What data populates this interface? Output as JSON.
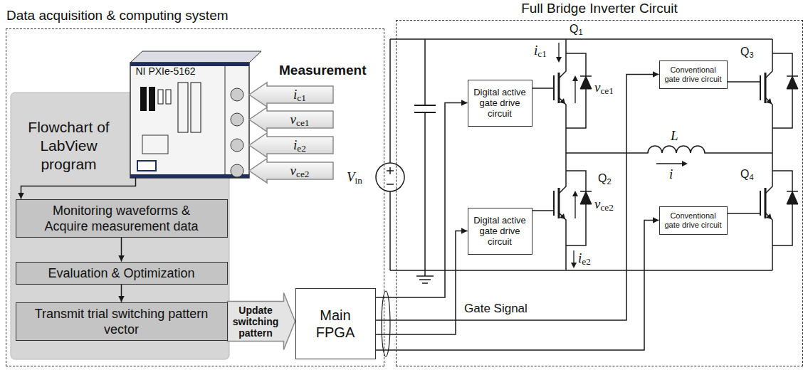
{
  "diagram": {
    "nodes": [
      {
        "text": [
          "Data acquisition & computing system"
        ]
      },
      {
        "text": [
          "NI PXIe-5162"
        ],
        "in": 0
      },
      {
        "text": [
          "Flowchart of LabView program"
        ],
        "in": 0
      },
      {
        "text": [
          "Monitoring waveforms & Acquire measurement data"
        ],
        "in": 2
      },
      {
        "text": [
          "Evaluation & Optimization"
        ],
        "in": 2
      },
      {
        "text": [
          "Transmit trial switching pattern vector"
        ],
        "in": 2
      },
      {
        "text": [
          "Main FPGA"
        ],
        "in": 0
      },
      {
        "text": [
          "Full Bridge Inverter Circuit"
        ]
      },
      {
        "text": [
          "Digital active gate drive circuit"
        ],
        "in": 7
      },
      {
        "text": [
          "Conventional gate drive circuit"
        ],
        "in": 7
      },
      {
        "text": [
          "Digital active gate drive circuit"
        ],
        "in": 7
      },
      {
        "text": [
          "Conventional gate drive circuit"
        ],
        "in": 7
      }
    ],
    "edges": [
      {
        "from": 1,
        "to": 3,
        "arrow": "to"
      },
      {
        "from": 3,
        "to": 4,
        "arrow": "to"
      },
      {
        "from": 4,
        "to": 5,
        "arrow": "to"
      },
      {
        "from": 5,
        "to": 6,
        "label": "Update switching pattern",
        "arrow": "to"
      },
      {
        "from": 6,
        "to": 8,
        "arrow": "to"
      },
      {
        "from": 6,
        "to": 10,
        "arrow": "to"
      },
      {
        "from": 6,
        "to": 9,
        "arrow": "to"
      },
      {
        "from": 6,
        "to": 11,
        "arrow": "to"
      }
    ],
    "labels": [
      "Measurement",
      "ic1",
      "vce1",
      "ie2",
      "vce2",
      "ic1",
      "vce1",
      "Q1",
      "Q2",
      "Q3",
      "Q4",
      "vce2",
      "ie2",
      "L",
      "i",
      "Vin",
      "Gate Signal"
    ]
  }
}
